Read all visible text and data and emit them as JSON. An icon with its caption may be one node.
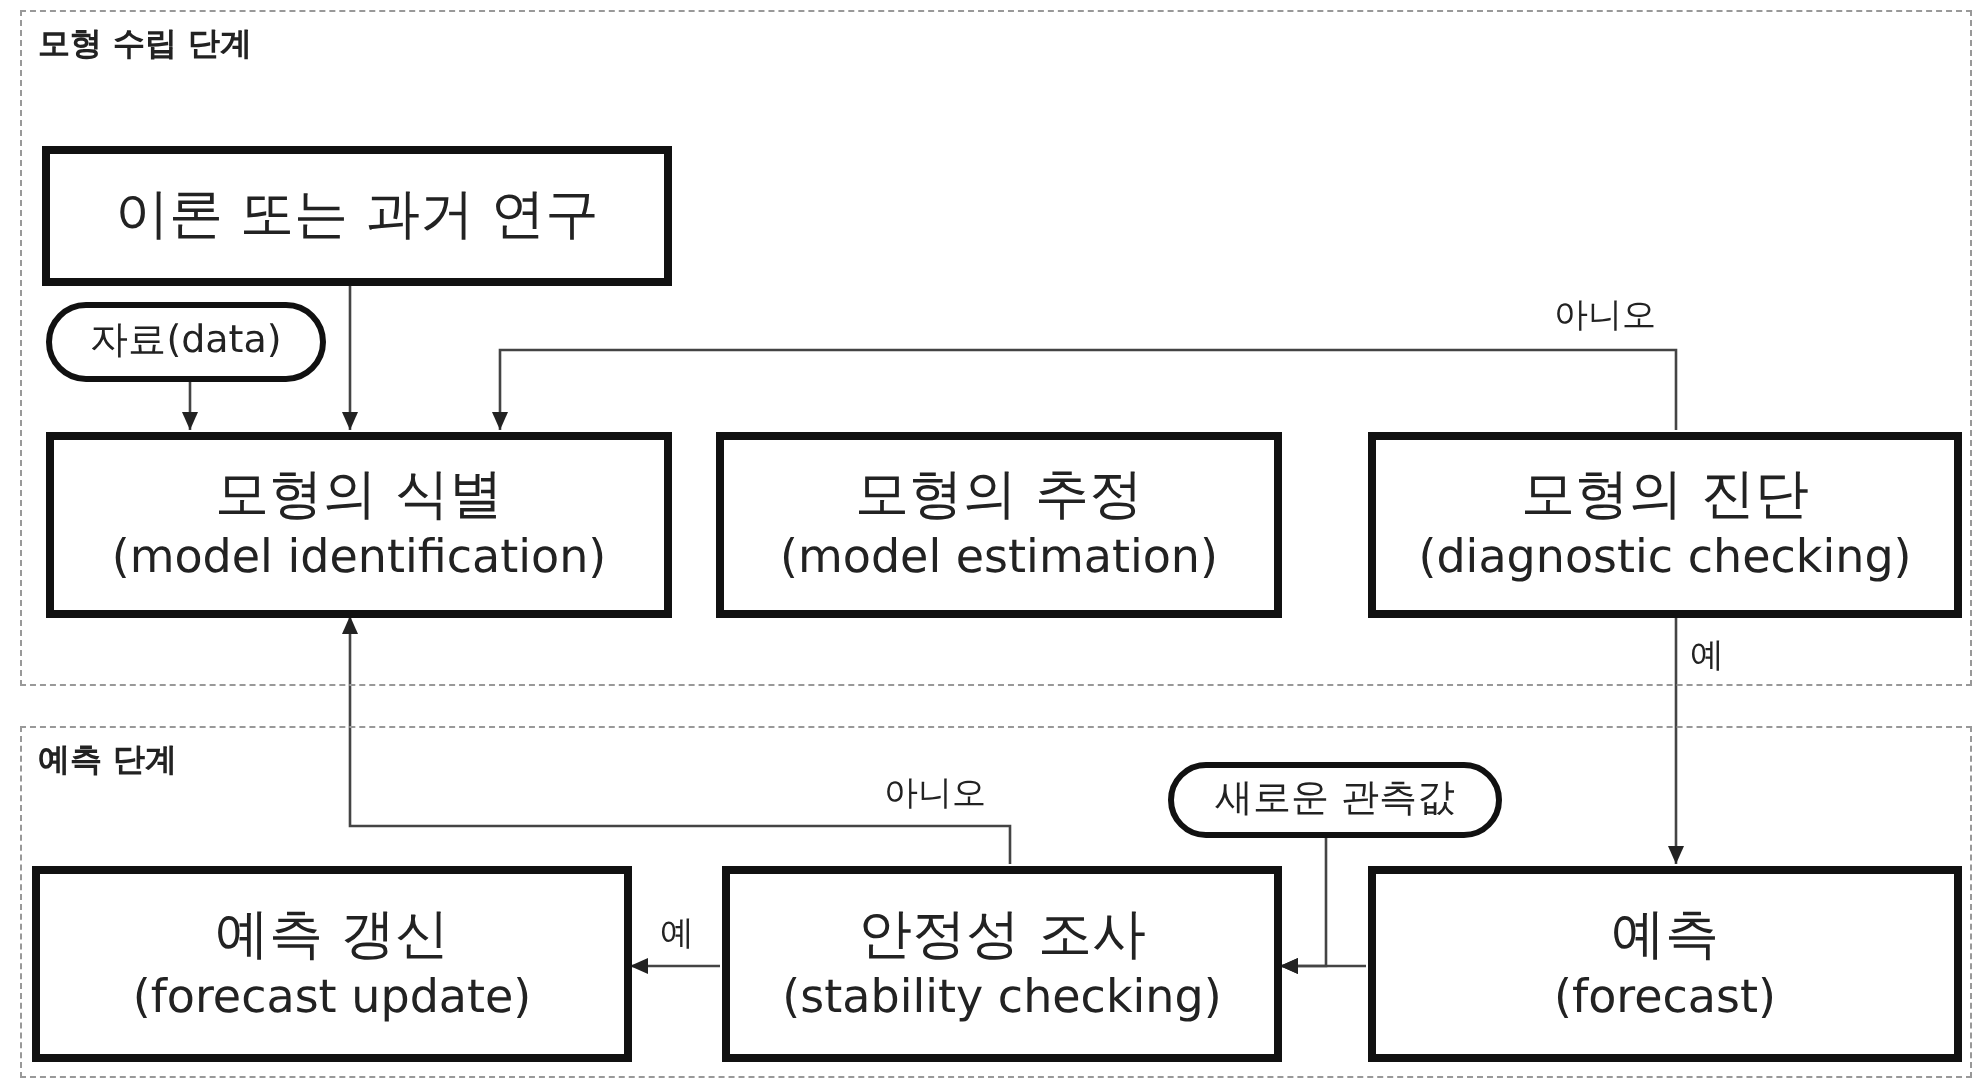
{
  "diagram": {
    "nodes": [
      {
        "text": [
          "모형 수립 단계"
        ]
      },
      {
        "text": [
          "이론 또는 과거 연구"
        ],
        "in": 0
      },
      {
        "text": [
          "자료(data)"
        ],
        "in": 0
      },
      {
        "text": [
          "모형의 식별",
          "(model identification)"
        ],
        "in": 0
      },
      {
        "text": [
          "모형의 추정",
          "(model estimation)"
        ],
        "in": 0
      },
      {
        "text": [
          "모형의 진단",
          "(diagnostic checking)"
        ],
        "in": 0
      },
      {
        "text": [
          "예측 단계"
        ]
      },
      {
        "text": [
          "예측 갱신",
          "(forecast update)"
        ],
        "in": 6
      },
      {
        "text": [
          "안정성 조사",
          "(stability checking)"
        ],
        "in": 6
      },
      {
        "text": [
          "새로운 관측값"
        ],
        "in": 6
      },
      {
        "text": [
          "예측",
          "(forecast)"
        ],
        "in": 6
      }
    ],
    "edges": [
      {
        "from": 1,
        "to": 3,
        "arrow": "to"
      },
      {
        "from": 2,
        "to": 3,
        "arrow": "to"
      },
      {
        "from": 5,
        "to": 3,
        "arrow": "to",
        "label": "아니오"
      },
      {
        "from": 5,
        "to": 10,
        "arrow": "to",
        "label": "예"
      },
      {
        "from": 10,
        "to": 8,
        "arrow": "to"
      },
      {
        "from": 9,
        "to": 8,
        "arrow": "to"
      },
      {
        "from": 8,
        "to": 7,
        "arrow": "to",
        "label": "예"
      },
      {
        "from": 8,
        "to": 3,
        "arrow": "to",
        "label": "아니오"
      }
    ]
  }
}
